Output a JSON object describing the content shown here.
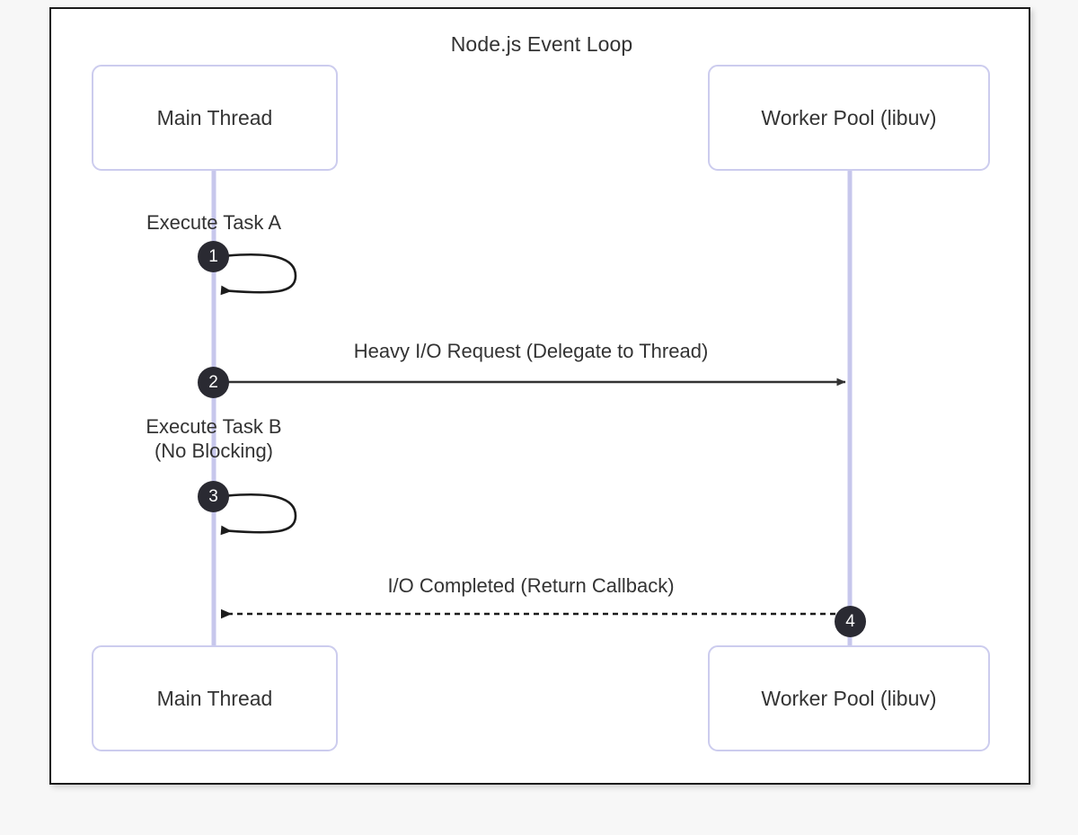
{
  "diagram": {
    "title": "Node.js Event Loop",
    "type": "sequence-diagram",
    "colors": {
      "frame_border": "#1c1c1c",
      "page_background": "#f7f7f7",
      "diagram_background": "#ffffff",
      "actor_border": "#ccccee",
      "lifeline": "#c7c7ec",
      "arrow": "#333333",
      "badge_fill": "#2a2a32",
      "badge_text": "#ffffff",
      "text": "#333333"
    },
    "actors": [
      {
        "id": "main-thread",
        "label": "Main Thread",
        "position": "left"
      },
      {
        "id": "worker-pool",
        "label": "Worker Pool (libuv)",
        "position": "right"
      }
    ],
    "messages": [
      {
        "step": "1",
        "label": "Execute Task A",
        "from": "main-thread",
        "to": "main-thread",
        "kind": "self-loop",
        "line": "solid"
      },
      {
        "step": "2",
        "label": "Heavy I/O Request (Delegate to Thread)",
        "from": "main-thread",
        "to": "worker-pool",
        "kind": "forward",
        "line": "solid"
      },
      {
        "step": "3",
        "label": "Execute Task B\n(No Blocking)",
        "from": "main-thread",
        "to": "main-thread",
        "kind": "self-loop",
        "line": "solid"
      },
      {
        "step": "4",
        "label": "I/O Completed (Return Callback)",
        "from": "worker-pool",
        "to": "main-thread",
        "kind": "return",
        "line": "dashed"
      }
    ]
  }
}
